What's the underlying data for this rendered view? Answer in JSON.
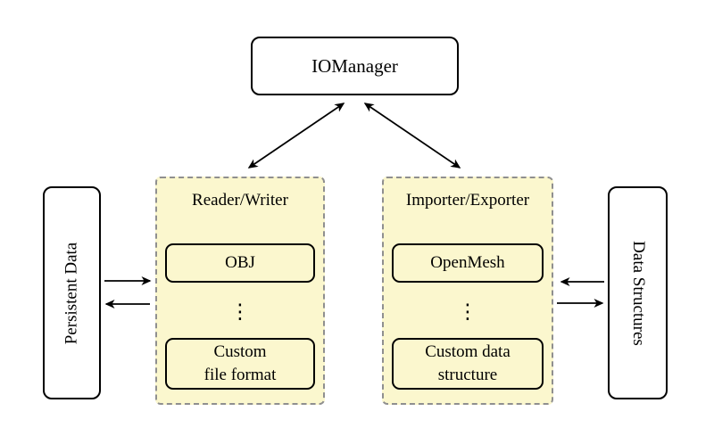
{
  "nodes": {
    "iomanager": {
      "label": "IOManager"
    },
    "persistent_data": {
      "label": "Persistent Data"
    },
    "data_structures": {
      "label": "Data Structures"
    },
    "reader_writer": {
      "title": "Reader/Writer",
      "top_item": "OBJ",
      "ellipsis": "⋮",
      "bottom_item": "Custom\nfile format"
    },
    "importer_exporter": {
      "title": "Importer/Exporter",
      "top_item": "OpenMesh",
      "ellipsis": "⋮",
      "bottom_item": "Custom data\nstructure"
    }
  },
  "colors": {
    "canvas_bg": "#ffffff",
    "panel_fill": "#fbf7ce",
    "panel_border": "#8f8f8f",
    "node_fill": "#ffffff",
    "node_border": "#000000",
    "arrow": "#000000"
  }
}
